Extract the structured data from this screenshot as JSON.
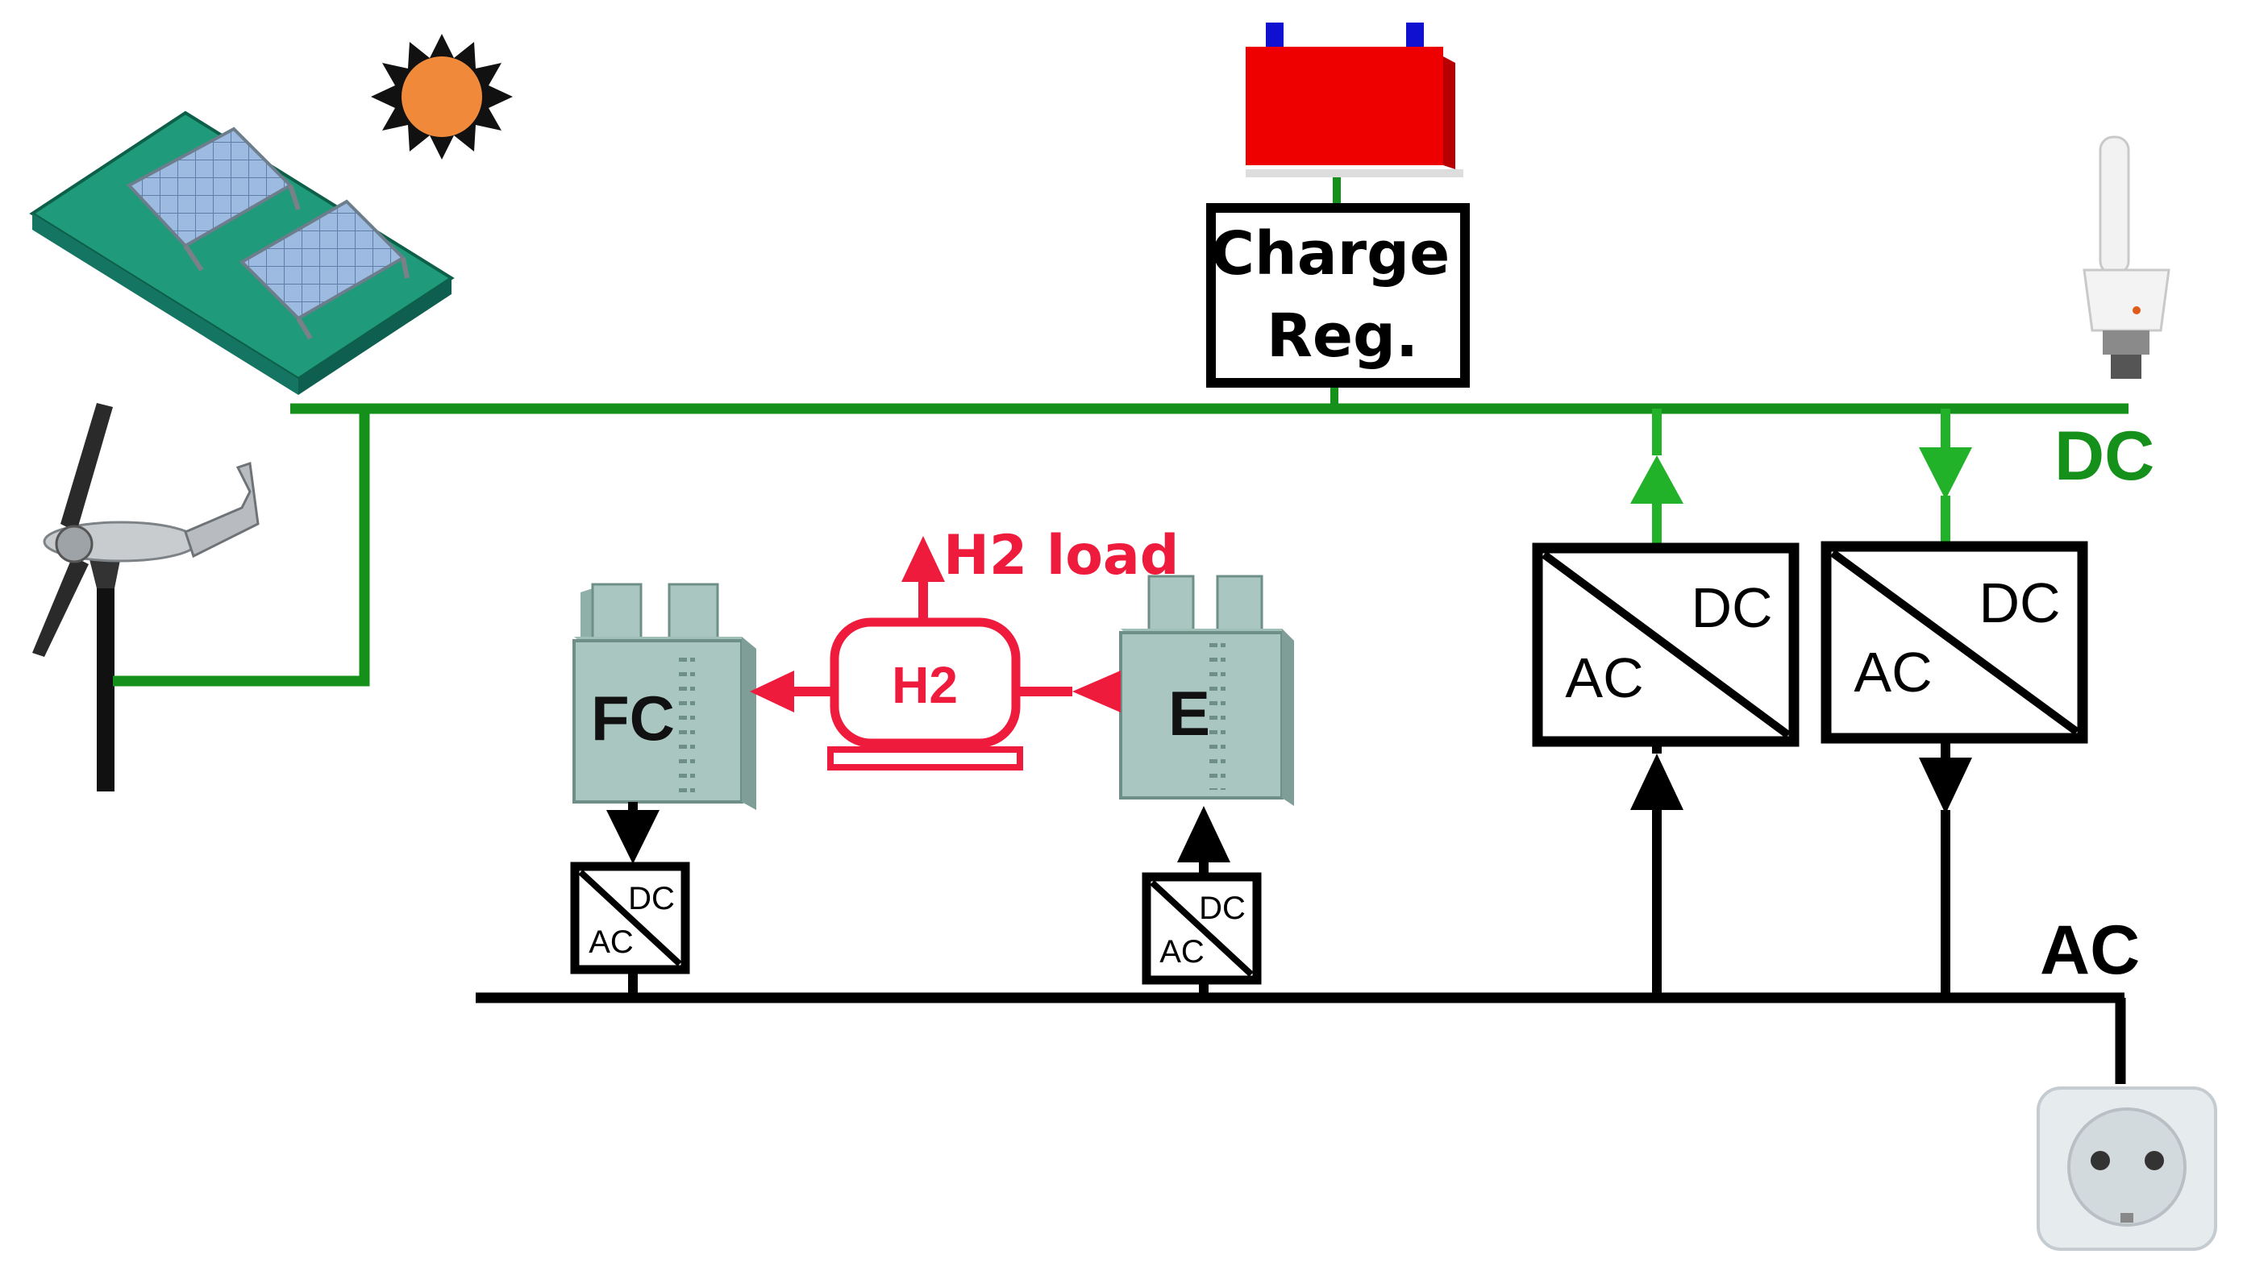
{
  "labels": {
    "charge_reg_line1": "Charge",
    "charge_reg_line2": "Reg.",
    "dc_bus": "DC",
    "ac_bus": "AC",
    "h2_load": "H2 load",
    "h2_tank": "H2",
    "fuel_cell": "FC",
    "electrolyzer": "E",
    "conv_dc": "DC",
    "conv_ac": "AC"
  },
  "colors": {
    "dc_bus": "#15901a",
    "dc_arrow": "#22b22a",
    "ac_bus": "#000000",
    "hydrogen": "#ef1b3c",
    "battery": "#ee0000",
    "battery_terminal": "#1010d0",
    "panel_base": "#1f9a7a",
    "solar_cell": "#8fb0d8",
    "sun": "#f08a3a",
    "stack_body": "#a9c7c0"
  },
  "icons": [
    "solar-panel-icon",
    "sun-icon",
    "wind-turbine-icon",
    "battery-icon",
    "lamp-icon",
    "socket-icon"
  ]
}
